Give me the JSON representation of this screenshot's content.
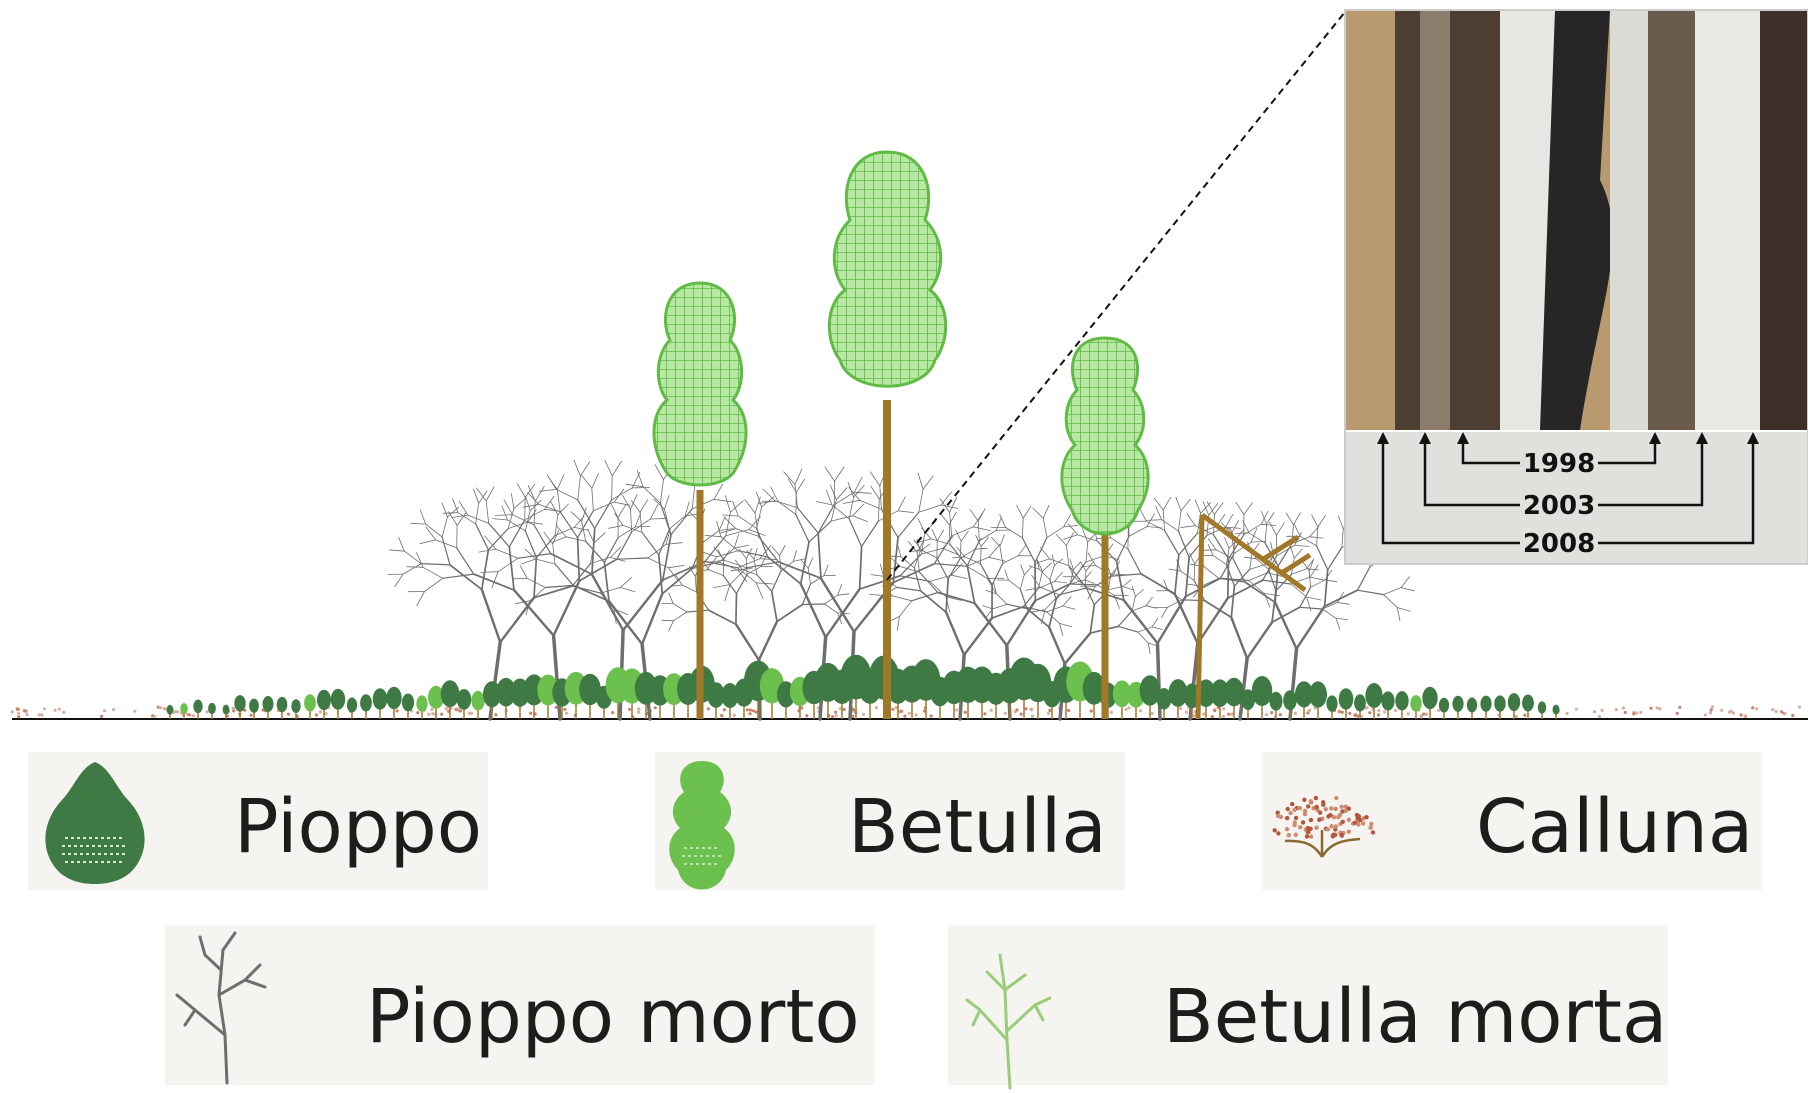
{
  "inset": {
    "years": [
      "1998",
      "2003",
      "2008"
    ]
  },
  "legend": {
    "items": [
      {
        "key": "pioppo",
        "label": "Pioppo",
        "color": "#3f7a45"
      },
      {
        "key": "betulla",
        "label": "Betulla",
        "color": "#6cc04e"
      },
      {
        "key": "calluna",
        "label": "Calluna",
        "color": "#b0573c"
      },
      {
        "key": "pioppo_morto",
        "label": "Pioppo morto",
        "color": "#6e6e6e"
      },
      {
        "key": "betulla_morta",
        "label": "Betulla morta",
        "color": "#9acd78"
      }
    ]
  },
  "colors": {
    "ground_line": "#111111",
    "trunk": "#a07828",
    "birch_mesh": "#6cc04e",
    "poplar_dark": "#3f7a45",
    "dead_poplar": "#6e6e6e",
    "bark_light": "#dcdcd8",
    "bark_dark": "#4a3a30"
  }
}
